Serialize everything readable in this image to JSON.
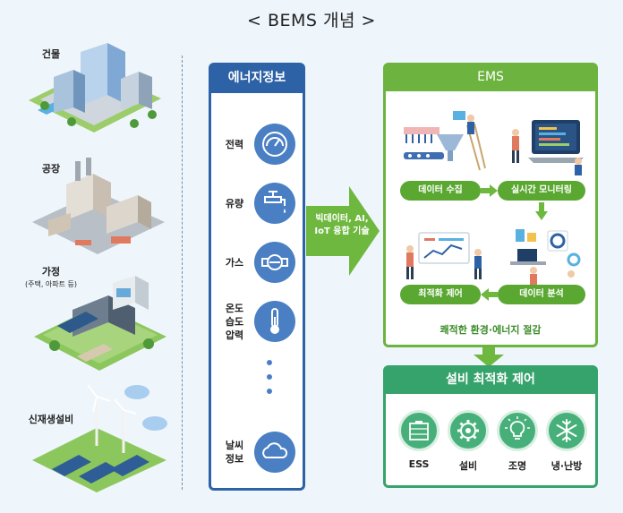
{
  "title": "< BEMS 개념 >",
  "sources": [
    {
      "label": "건물",
      "sub": "",
      "icon": "building-illustration-icon"
    },
    {
      "label": "공장",
      "sub": "",
      "icon": "factory-illustration-icon"
    },
    {
      "label": "가정",
      "sub": "(주택, 아파트 등)",
      "icon": "house-illustration-icon"
    },
    {
      "label": "신재생설비",
      "sub": "",
      "icon": "renewable-illustration-icon"
    }
  ],
  "energy_info": {
    "header": "에너지정보",
    "items": [
      {
        "label": "전력",
        "icon": "power-meter-icon"
      },
      {
        "label": "유량",
        "icon": "water-faucet-icon"
      },
      {
        "label": "가스",
        "icon": "gas-valve-icon"
      },
      {
        "label": "온도\n습도\n압력",
        "icon": "thermometer-icon"
      },
      {
        "label": "날씨\n정보",
        "icon": "cloud-icon"
      }
    ]
  },
  "arrow_text": "빅데이터, AI,\nIoT 융합 기술",
  "ems": {
    "header": "EMS",
    "steps": [
      {
        "label": "데이터 수집",
        "icon": "data-collection-illustration-icon"
      },
      {
        "label": "실시간 모니터링",
        "icon": "realtime-monitoring-illustration-icon"
      },
      {
        "label": "최적화 제어",
        "icon": "optimization-control-illustration-icon"
      },
      {
        "label": "데이터 분석",
        "icon": "data-analysis-illustration-icon"
      }
    ],
    "footer": "쾌적한 환경·에너지 절감"
  },
  "equipment": {
    "header": "설비 최적화 제어",
    "items": [
      {
        "label": "ESS",
        "icon": "ess-battery-icon"
      },
      {
        "label": "설비",
        "icon": "gear-icon"
      },
      {
        "label": "조명",
        "icon": "lightbulb-icon"
      },
      {
        "label": "냉·난방",
        "icon": "snowflake-icon"
      }
    ]
  },
  "colors": {
    "info_blue": "#2e62a6",
    "ems_green": "#6db33f",
    "equip_green": "#37a36c",
    "arrow_green": "#6fb83f"
  }
}
